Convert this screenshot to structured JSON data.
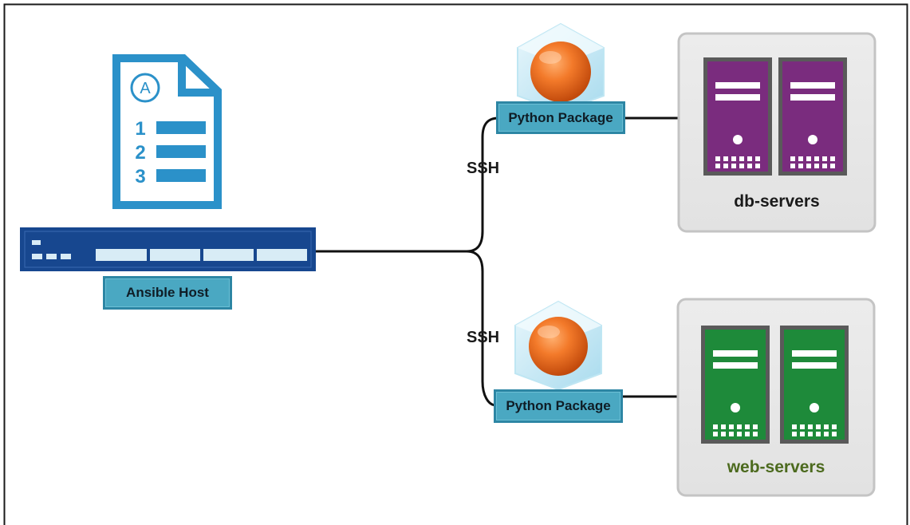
{
  "playbook": {
    "icon": "ansible-playbook-document-icon",
    "logo_letter": "A",
    "steps": [
      "1",
      "2",
      "3"
    ]
  },
  "host": {
    "label": "Ansible Host"
  },
  "connections": [
    {
      "protocol": "SSH",
      "package": "Python Package"
    },
    {
      "protocol": "SSH",
      "package": "Python Package"
    }
  ],
  "groups": [
    {
      "name": "db-servers",
      "server_color": "#7a2c7e",
      "label_color": "#1a1a1a"
    },
    {
      "name": "web-servers",
      "server_color": "#1e8a3a",
      "label_color": "#4c6a1e"
    }
  ],
  "colors": {
    "playbook_blue": "#2b91c9",
    "host_blue": "#17478f",
    "plate_teal": "#4aa8c2",
    "package_orange": "#f07020"
  }
}
